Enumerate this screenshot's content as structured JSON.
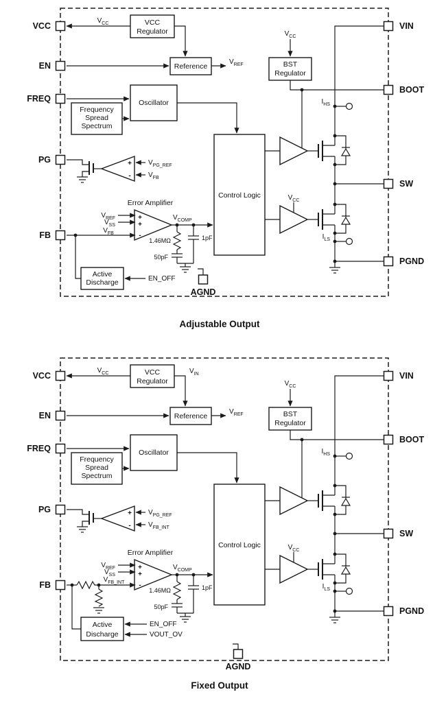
{
  "pins": {
    "vcc": "VCC",
    "en": "EN",
    "freq": "FREQ",
    "pg": "PG",
    "fb": "FB",
    "vin": "VIN",
    "boot": "BOOT",
    "sw": "SW",
    "pgnd": "PGND",
    "agnd": "AGND"
  },
  "blocks": {
    "vcc_regulator": [
      "VCC",
      "Regulator"
    ],
    "reference": "Reference",
    "bst_regulator": [
      "BST",
      "Regulator"
    ],
    "oscillator": "Oscillator",
    "frequency_spread_spectrum": [
      "Frequency",
      "Spread",
      "Spectrum"
    ],
    "control_logic": "Control Logic",
    "active_discharge": [
      "Active",
      "Discharge"
    ],
    "error_amplifier_title": "Error Amplifier"
  },
  "nets": {
    "vcc": {
      "base": "V",
      "sub": "CC"
    },
    "vin": {
      "base": "V",
      "sub": "IN"
    },
    "vref": {
      "base": "V",
      "sub": "REF"
    },
    "vss": {
      "base": "V",
      "sub": "SS"
    },
    "vfb": {
      "base": "V",
      "sub": "FB"
    },
    "vfb_int": {
      "base": "V",
      "sub": "FB_INT"
    },
    "vpg_ref": {
      "base": "V",
      "sub": "PG_REF"
    },
    "vcomp": {
      "base": "V",
      "sub": "COMP"
    },
    "ihs": {
      "base": "I",
      "sub": "HS"
    },
    "ils": {
      "base": "I",
      "sub": "LS"
    },
    "en_off": "EN_OFF",
    "vout_ov": "VOUT_OV"
  },
  "components": {
    "comp_resistor": "1.46MΩ",
    "comp_capacitor": "50pF",
    "ff_capacitor": "1pF"
  },
  "signs": {
    "plus": "+",
    "minus": "-"
  },
  "captions": {
    "adjustable": "Adjustable Output",
    "fixed": "Fixed Output"
  }
}
